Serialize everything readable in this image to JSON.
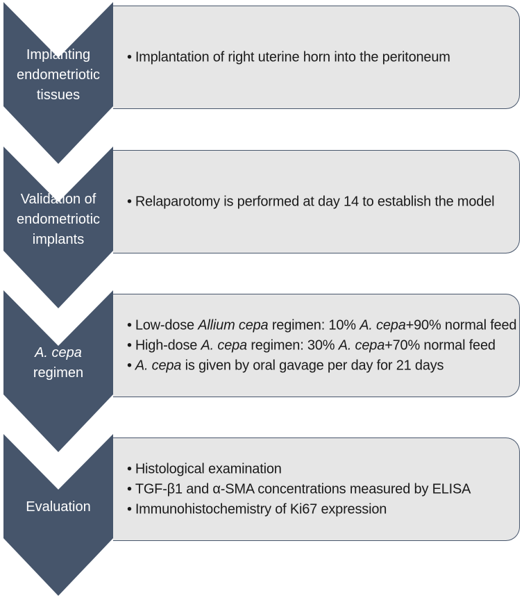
{
  "colors": {
    "chevron_fill": "#46556b",
    "box_fill": "#e6e6e6",
    "box_border": "#46556b",
    "label_text": "#ffffff",
    "body_text": "#1a1a1a"
  },
  "steps": [
    {
      "label_lines": [
        {
          "text": "Implanting"
        },
        {
          "text": "endometriotic"
        },
        {
          "text": "tissues"
        }
      ],
      "bullets": [
        {
          "parts": [
            {
              "text": "Implantation of right uterine horn into the peritoneum"
            }
          ]
        }
      ]
    },
    {
      "label_lines": [
        {
          "text": "Validation of"
        },
        {
          "text": "endometriotic"
        },
        {
          "text": "implants"
        }
      ],
      "bullets": [
        {
          "parts": [
            {
              "text": "Relaparotomy is performed at day 14 to establish the model"
            }
          ]
        }
      ]
    },
    {
      "label_lines": [
        {
          "text": "A. cepa",
          "italic": true
        },
        {
          "text": "regimen"
        }
      ],
      "bullets": [
        {
          "parts": [
            {
              "text": "Low-dose "
            },
            {
              "text": "Allium cepa",
              "italic": true
            },
            {
              "text": " regimen: 10% "
            },
            {
              "text": "A. cepa",
              "italic": true
            },
            {
              "text": "+90% normal feed"
            }
          ]
        },
        {
          "parts": [
            {
              "text": "High-dose "
            },
            {
              "text": "A. cepa",
              "italic": true
            },
            {
              "text": " regimen: 30% "
            },
            {
              "text": "A. cepa",
              "italic": true
            },
            {
              "text": "+70% normal feed"
            }
          ]
        },
        {
          "parts": [
            {
              "text": "A. cepa",
              "italic": true
            },
            {
              "text": " is given by oral gavage per day for 21 days"
            }
          ]
        }
      ]
    },
    {
      "label_lines": [
        {
          "text": "Evaluation"
        }
      ],
      "bullets": [
        {
          "parts": [
            {
              "text": "Histological examination"
            }
          ]
        },
        {
          "parts": [
            {
              "text": "TGF-β1 and α-SMA concentrations measured by ELISA"
            }
          ]
        },
        {
          "parts": [
            {
              "text": "Immunohistochemistry of Ki67 expression"
            }
          ]
        }
      ]
    }
  ]
}
